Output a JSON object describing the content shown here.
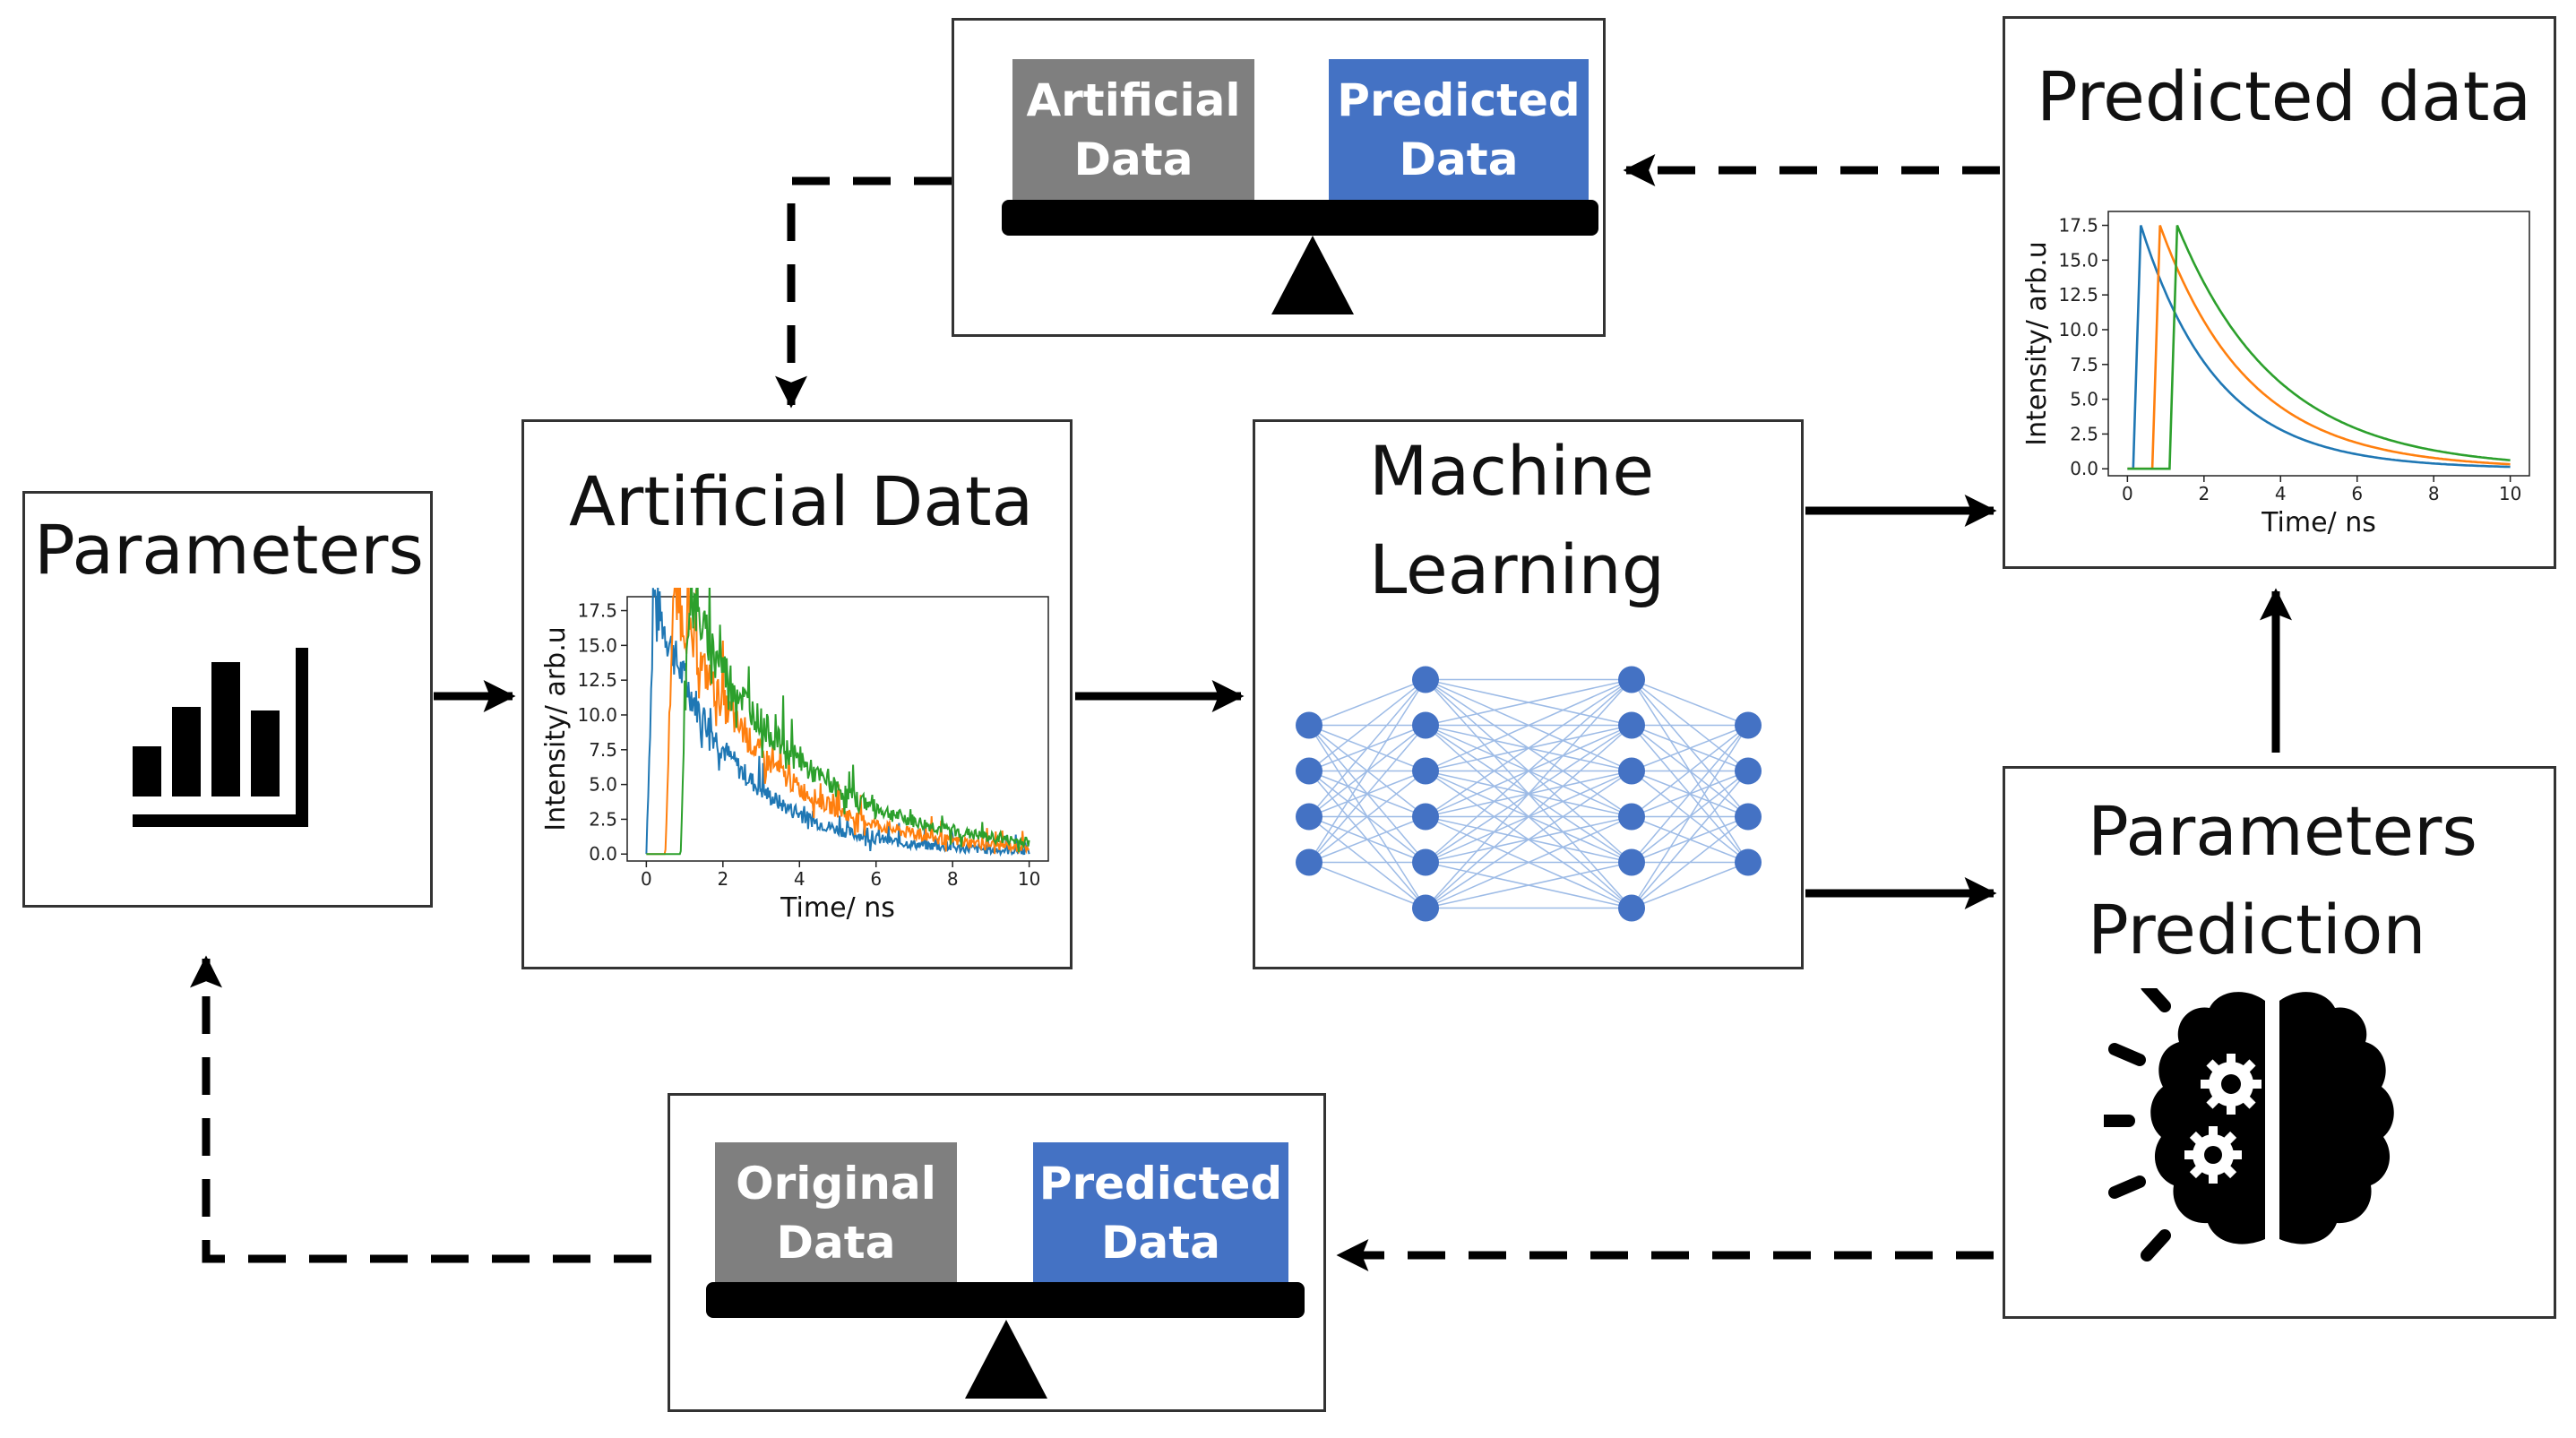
{
  "colors": {
    "blue": "#4472c4",
    "gray": "#7f7f7f",
    "series_blue": "#1f77b4",
    "series_orange": "#ff7f0e",
    "series_green": "#2ca02c",
    "network": "#4472c4"
  },
  "nodes": {
    "parameters": {
      "title": "Parameters",
      "icon": "bar-chart-icon"
    },
    "artificial": {
      "title": "Artificial  Data"
    },
    "ml": {
      "title_line1": "Machine",
      "title_line2": "Learning",
      "icon": "neural-network-icon"
    },
    "predicted": {
      "title": "Predicted data"
    },
    "prediction": {
      "title_line1": "Parameters",
      "title_line2": "Prediction",
      "icon": "brain-gears-icon"
    }
  },
  "balance_top": {
    "left_line1": "Artificial",
    "left_line2": "Data",
    "right_line1": "Predicted",
    "right_line2": "Data"
  },
  "balance_bottom": {
    "left_line1": "Original",
    "left_line2": "Data",
    "right_line1": "Predicted",
    "right_line2": "Data"
  },
  "chart_data": [
    {
      "type": "line",
      "name": "artificial-data-plot",
      "xlabel": "Time/ ns",
      "ylabel": "Intensity/ arb.u",
      "xlim": [
        -0.5,
        10.5
      ],
      "ylim": [
        -0.5,
        18.5
      ],
      "xticks": [
        0,
        2,
        4,
        6,
        8,
        10
      ],
      "yticks": [
        "0.0",
        "2.5",
        "5.0",
        "7.5",
        "10.0",
        "12.5",
        "15.0",
        "17.5"
      ],
      "noisy": true,
      "series": [
        {
          "color": "series_blue",
          "onset": 0.2,
          "peak": 18.0,
          "decay": 2.0
        },
        {
          "color": "series_orange",
          "onset": 0.7,
          "peak": 18.0,
          "decay": 2.4
        },
        {
          "color": "series_green",
          "onset": 1.1,
          "peak": 18.0,
          "decay": 2.8
        }
      ]
    },
    {
      "type": "line",
      "name": "predicted-data-plot",
      "xlabel": "Time/ ns",
      "ylabel": "Intensity/ arb.u",
      "xlim": [
        -0.5,
        10.5
      ],
      "ylim": [
        -0.5,
        18.5
      ],
      "xticks": [
        0,
        2,
        4,
        6,
        8,
        10
      ],
      "yticks": [
        "0.0",
        "2.5",
        "5.0",
        "7.5",
        "10.0",
        "12.5",
        "15.0",
        "17.5"
      ],
      "noisy": false,
      "series": [
        {
          "color": "series_blue",
          "onset": 0.35,
          "peak": 17.5,
          "decay": 2.0
        },
        {
          "color": "series_orange",
          "onset": 0.85,
          "peak": 17.5,
          "decay": 2.3
        },
        {
          "color": "series_green",
          "onset": 1.3,
          "peak": 17.5,
          "decay": 2.6
        }
      ]
    }
  ],
  "network": {
    "layer_sizes": [
      4,
      6,
      6,
      4
    ]
  }
}
